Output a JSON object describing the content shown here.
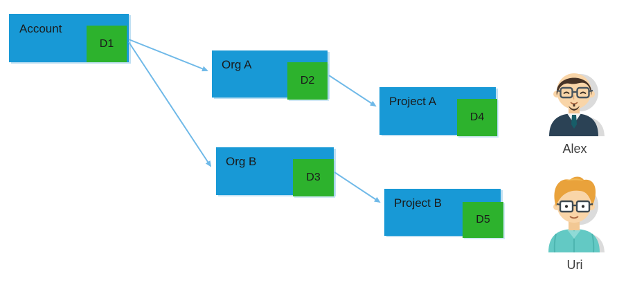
{
  "nodes": [
    {
      "id": "account",
      "label": "Account",
      "doc_label": "D1"
    },
    {
      "id": "org-a",
      "label": "Org A",
      "doc_label": "D2"
    },
    {
      "id": "project-a",
      "label": "Project A",
      "doc_label": "D4"
    },
    {
      "id": "org-b",
      "label": "Org B",
      "doc_label": "D3"
    },
    {
      "id": "project-b",
      "label": "Project B",
      "doc_label": "D5"
    }
  ],
  "edges": [
    {
      "from": "D1",
      "to": "Org A"
    },
    {
      "from": "D1",
      "to": "Org B"
    },
    {
      "from": "D2",
      "to": "Project A"
    },
    {
      "from": "D3",
      "to": "Project B"
    }
  ],
  "users": [
    {
      "name": "Alex"
    },
    {
      "name": "Uri"
    }
  ],
  "colors": {
    "node_fill": "#1899D6",
    "doc_fill": "#2DB22D",
    "arrow": "#6FB9E8",
    "label": "#1A1A1A"
  }
}
